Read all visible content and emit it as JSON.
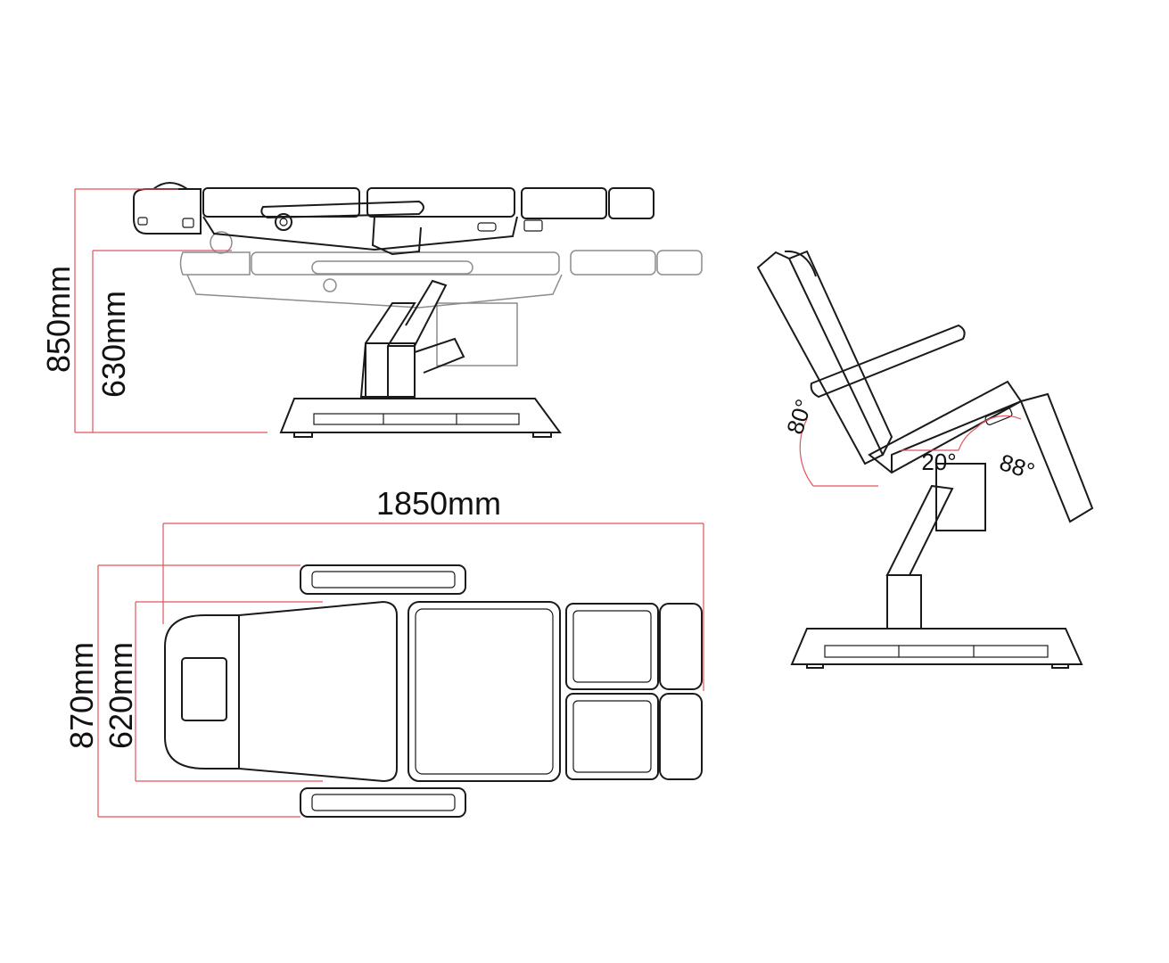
{
  "dimensions": {
    "height_max": "850mm",
    "height_min": "630mm",
    "total_length": "1850mm",
    "total_width": "870mm",
    "seat_width": "620mm"
  },
  "angles": {
    "backrest": "80°",
    "seat": "20°",
    "legrest": "88°"
  },
  "colors": {
    "dimension_line": "#e0545c",
    "outline": "#1a1a1a",
    "ghost_outline": "#8c8c8c"
  }
}
